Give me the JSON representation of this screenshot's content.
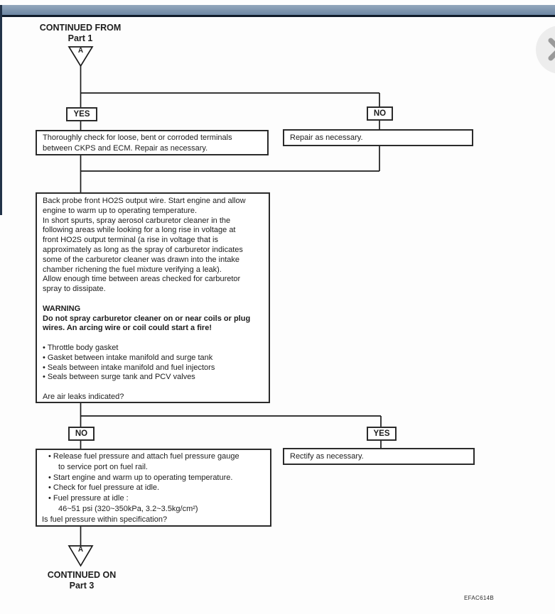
{
  "connectors": {
    "from": {
      "title": "CONTINUED FROM",
      "part": "Part 1",
      "letter": "A"
    },
    "to": {
      "title": "CONTINUED ON",
      "part": "Part 3",
      "letter": "A"
    }
  },
  "branch1": {
    "left_label": "YES",
    "right_label": "NO"
  },
  "branch2": {
    "left_label": "NO",
    "right_label": "YES"
  },
  "boxes": {
    "terminals": {
      "lines": [
        "Thoroughly check for loose, bent or corroded terminals",
        "between CKPS and ECM. Repair as necessary."
      ]
    },
    "repair": {
      "text": "Repair as necessary."
    },
    "main": {
      "lines": [
        "Back probe front HO2S output wire. Start engine and allow",
        "engine to warm up to operating temperature.",
        "In short spurts, spray aerosol carburetor cleaner in the",
        "following areas while looking for a long rise in voltage at",
        "front HO2S output terminal (a rise in voltage that is",
        "approximately as long as the spray of carburetor indicates",
        "some of the carburetor cleaner was drawn into the intake",
        "chamber richening the fuel mixture verifying a leak).",
        "Allow enough time between areas checked for carburetor",
        "spray to dissipate.",
        "",
        "WARNING",
        "Do not spray carburetor cleaner on or near coils or plug",
        "wires. An arcing wire or coil could start a fire!",
        "",
        "• Throttle body gasket",
        "• Gasket between intake manifold and surge tank",
        "• Seals between intake manifold and fuel injectors",
        "• Seals between surge tank and PCV valves",
        "",
        "Are air leaks indicated?"
      ]
    },
    "rectify": {
      "text": "Rectify as necessary."
    },
    "fuel": {
      "lines": [
        "• Release fuel pressure and attach fuel pressure gauge",
        "to service port on fuel rail.",
        "• Start engine and warm up to operating temperature.",
        "• Check for fuel pressure at idle.",
        "• Fuel pressure at idle :",
        "46~51 psi (320~350kPa, 3.2~3.5kg/cm²)",
        "Is fuel pressure within specification?"
      ]
    }
  },
  "page": {
    "figure_code": "EFAC614B"
  },
  "icons": {
    "close": "x-mark"
  },
  "colors": {
    "topbar": "#6d87a3",
    "topbar_edge": "#0f1b2a",
    "line": "#1b1b1b",
    "close_x": "#9a9a9a"
  }
}
